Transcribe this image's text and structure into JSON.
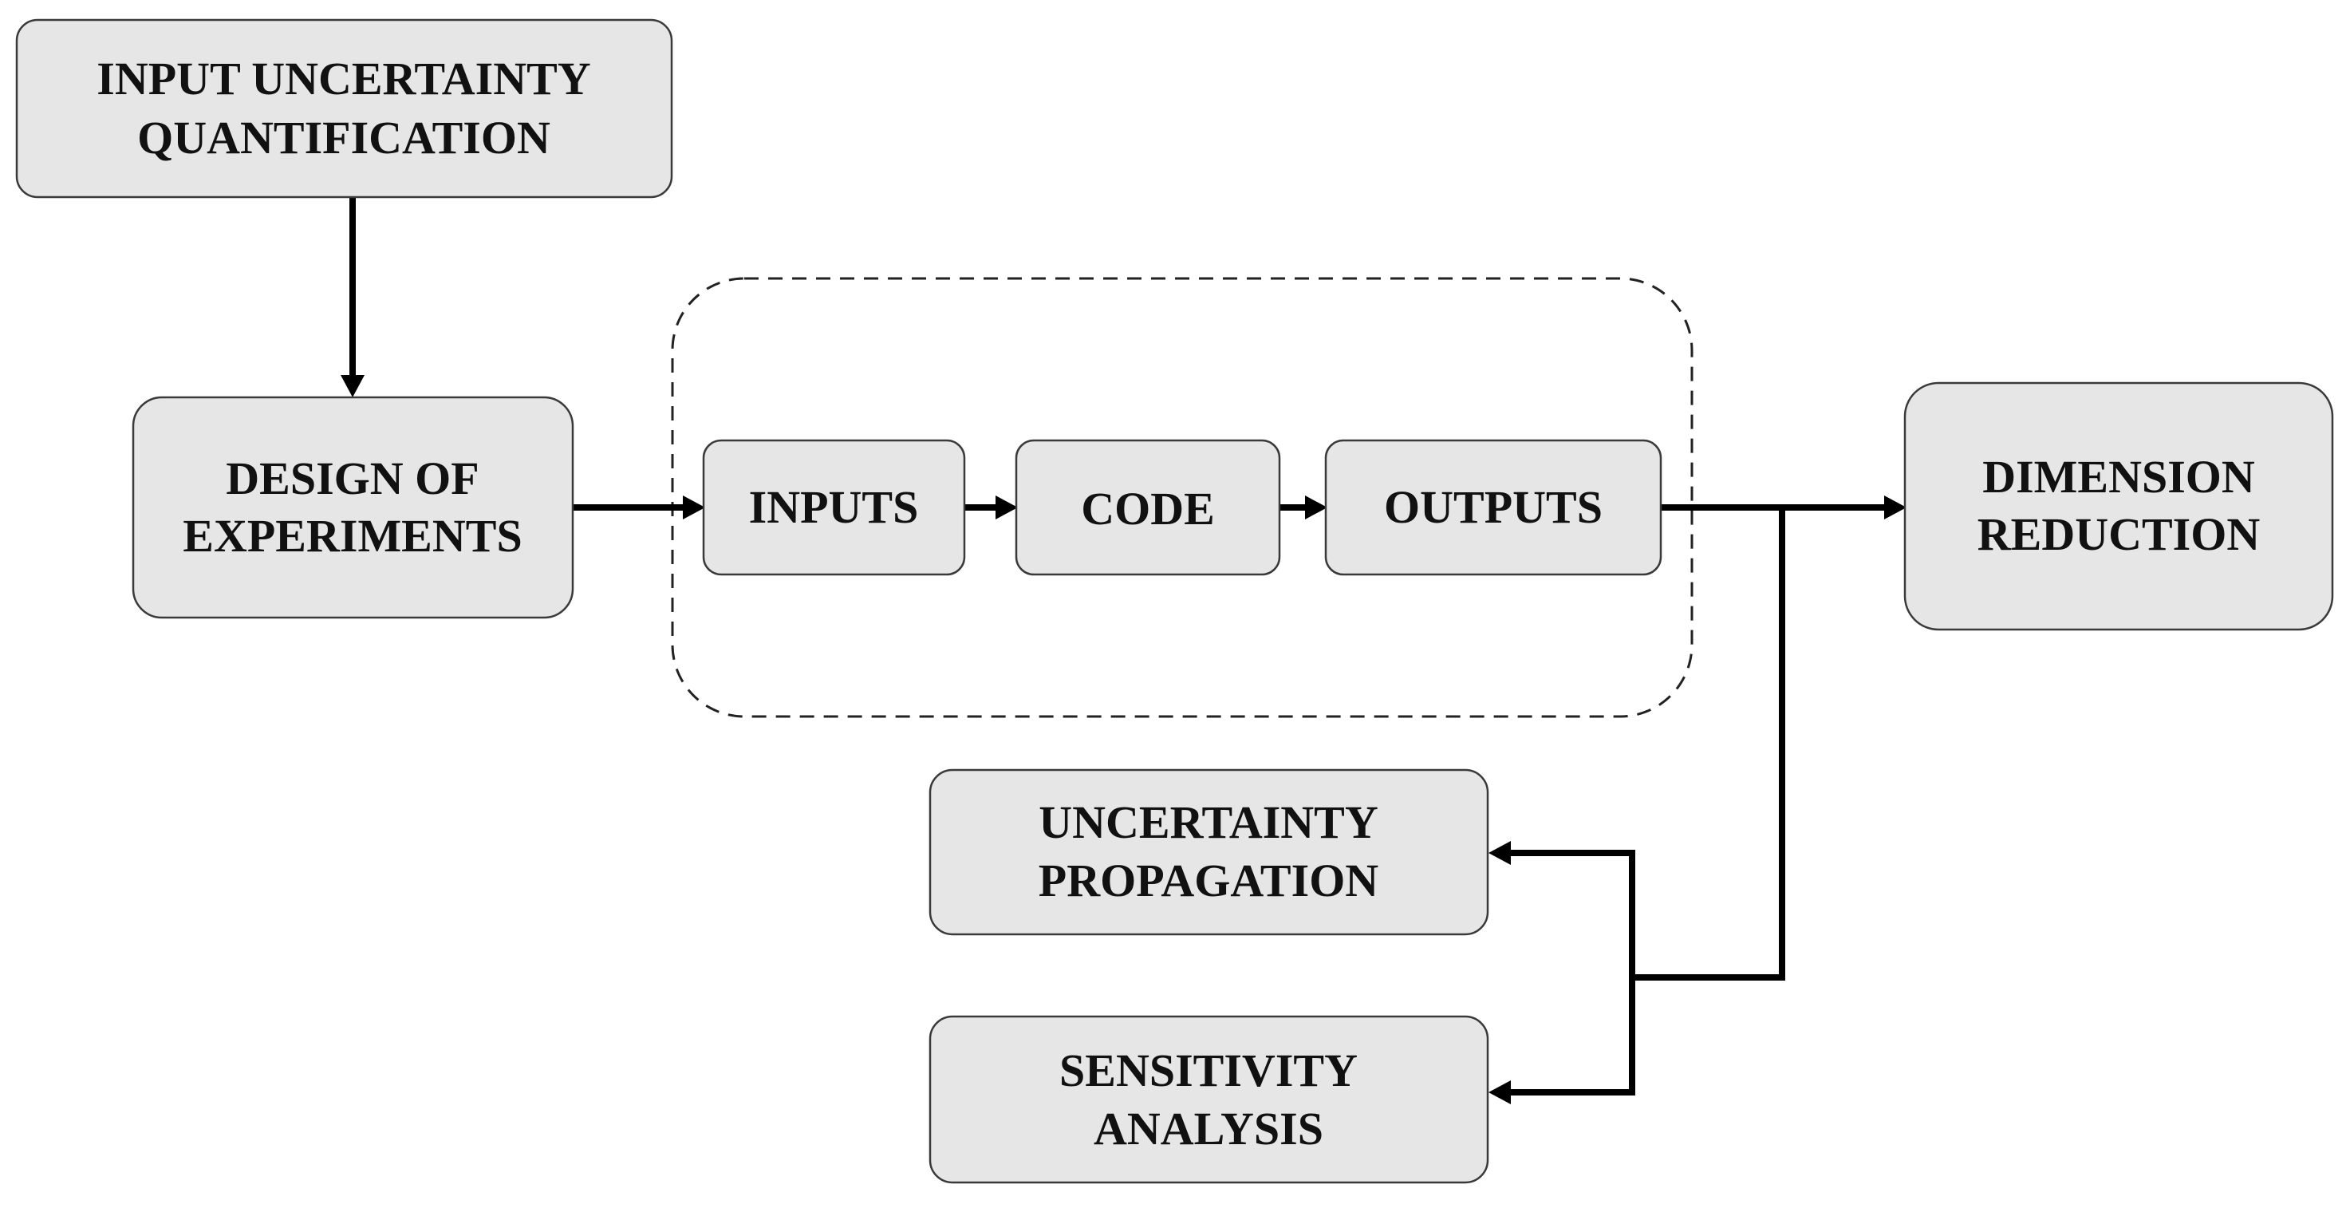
{
  "nodes": {
    "input_uq": {
      "lines": [
        "INPUT UNCERTAINTY",
        "QUANTIFICATION"
      ]
    },
    "doe": {
      "lines": [
        "DESIGN OF",
        "EXPERIMENTS"
      ]
    },
    "inputs": {
      "lines": [
        "INPUTS"
      ]
    },
    "code": {
      "lines": [
        "CODE"
      ]
    },
    "outputs": {
      "lines": [
        "OUTPUTS"
      ]
    },
    "dimension_reduction": {
      "lines": [
        "DIMENSION",
        "REDUCTION"
      ]
    },
    "uncertainty_propagation": {
      "lines": [
        "UNCERTAINTY",
        "PROPAGATION"
      ]
    },
    "sensitivity_analysis": {
      "lines": [
        "SENSITIVITY",
        "ANALYSIS"
      ]
    }
  },
  "edges": [
    {
      "from": "input_uq",
      "to": "doe"
    },
    {
      "from": "doe",
      "to": "inputs"
    },
    {
      "from": "inputs",
      "to": "code"
    },
    {
      "from": "code",
      "to": "outputs"
    },
    {
      "from": "outputs",
      "to": "dimension_reduction"
    },
    {
      "from": "outputs",
      "to": "uncertainty_propagation"
    },
    {
      "from": "outputs",
      "to": "sensitivity_analysis"
    }
  ],
  "colors": {
    "box_fill": "#e6e6e6",
    "box_stroke": "#3a3a3a",
    "line": "#000000",
    "text": "#111111"
  }
}
